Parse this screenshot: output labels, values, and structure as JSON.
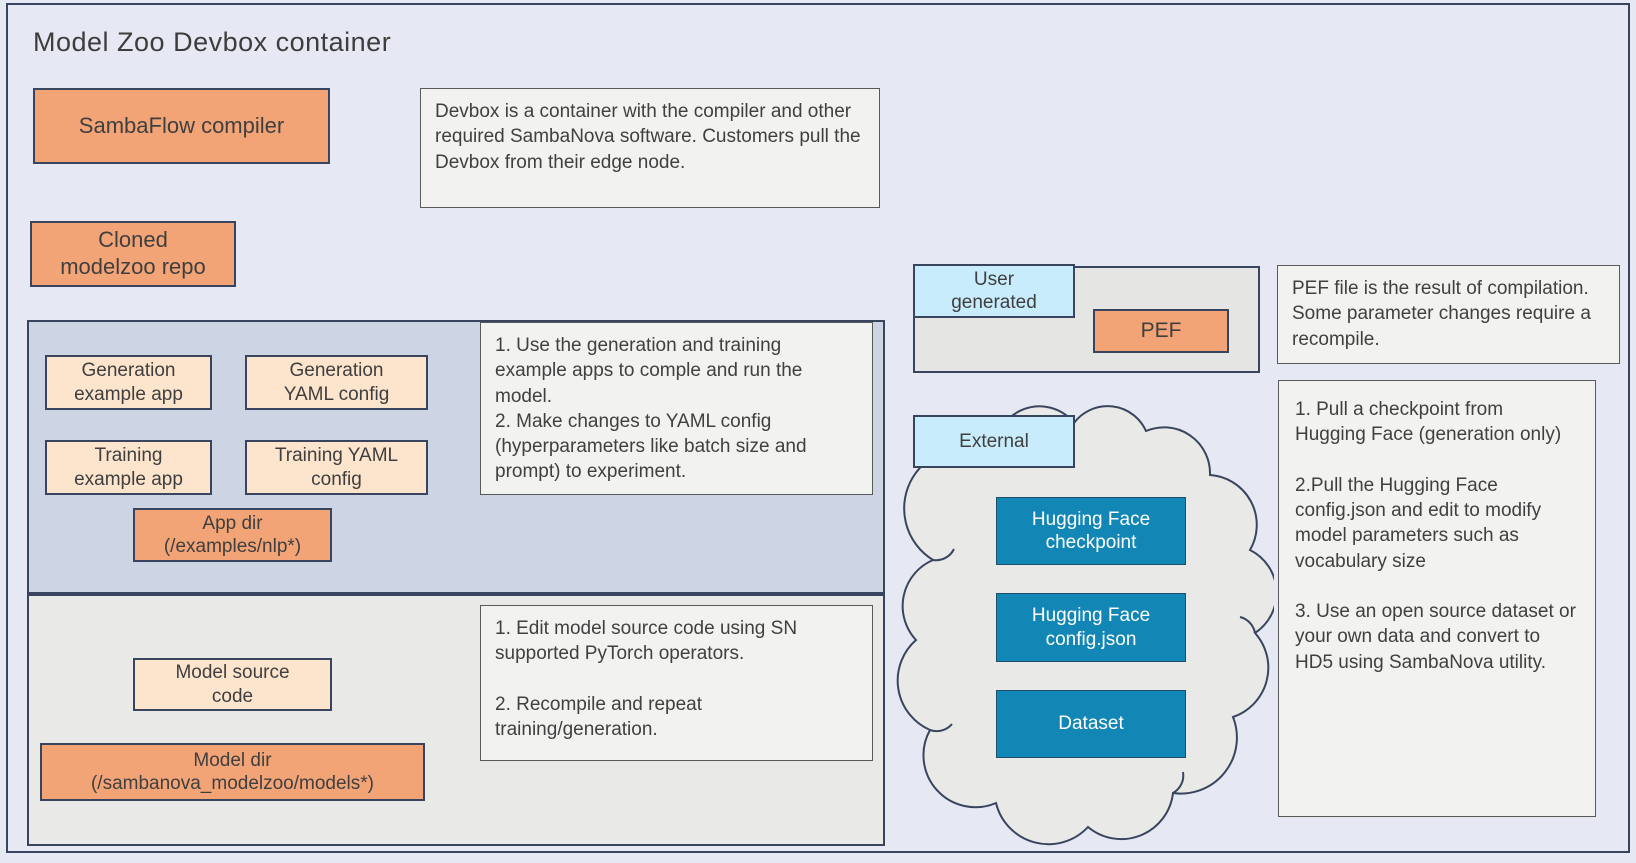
{
  "diagram": {
    "title": "Model Zoo Devbox container"
  },
  "top": {
    "compiler_box": "SambaFlow compiler",
    "devbox_note": "Devbox is a container with the compiler and other required SambaNova software. Customers pull the Devbox from their edge node.",
    "cloned_repo_box": "Cloned\nmodelzoo repo"
  },
  "apps_section": {
    "gen_example": "Generation\nexample app",
    "gen_yaml": "Generation\nYAML config",
    "train_example": "Training\nexample app",
    "train_yaml": "Training YAML\nconfig",
    "app_dir": "App dir\n(/examples/nlp*)",
    "note": "1. Use the generation and training example apps to comple and run the model.\n2. Make changes to YAML config (hyperparameters like batch size and prompt) to experiment."
  },
  "models_section": {
    "model_source": "Model source\ncode",
    "model_dir": "Model dir\n(/sambanova_modelzoo/models*)",
    "note": "1. Edit model source code using SN supported PyTorch operators.\n\n2. Recompile and repeat training/generation."
  },
  "pef_group": {
    "user_generated": "User\ngenerated",
    "pef": "PEF",
    "note": "PEF file is the result of compilation. Some parameter changes require a recompile."
  },
  "external_group": {
    "external": "External",
    "hf_checkpoint": "Hugging Face\ncheckpoint",
    "hf_config": "Hugging Face\nconfig.json",
    "dataset": "Dataset",
    "note": "1. Pull a checkpoint from Hugging Face (generation only)\n\n2.Pull the Hugging Face config.json and edit to modify model parameters such as vocabulary size\n\n3. Use an open source dataset or your own data and convert to HD5 using SambaNova utility."
  },
  "colors": {
    "background": "#e6e9f3",
    "border_navy": "#39455e",
    "orange": "#f2a477",
    "peach": "#fce4cd",
    "light_blue": "#c8ecfb",
    "teal": "#1286b4",
    "apps_section_bg": "#cdd4e3",
    "models_section_bg": "#e9e9e8",
    "pef_container_bg": "#e5e5e3",
    "note_bg": "#f2f2f0",
    "cloud_fill": "#e9e9e7"
  }
}
